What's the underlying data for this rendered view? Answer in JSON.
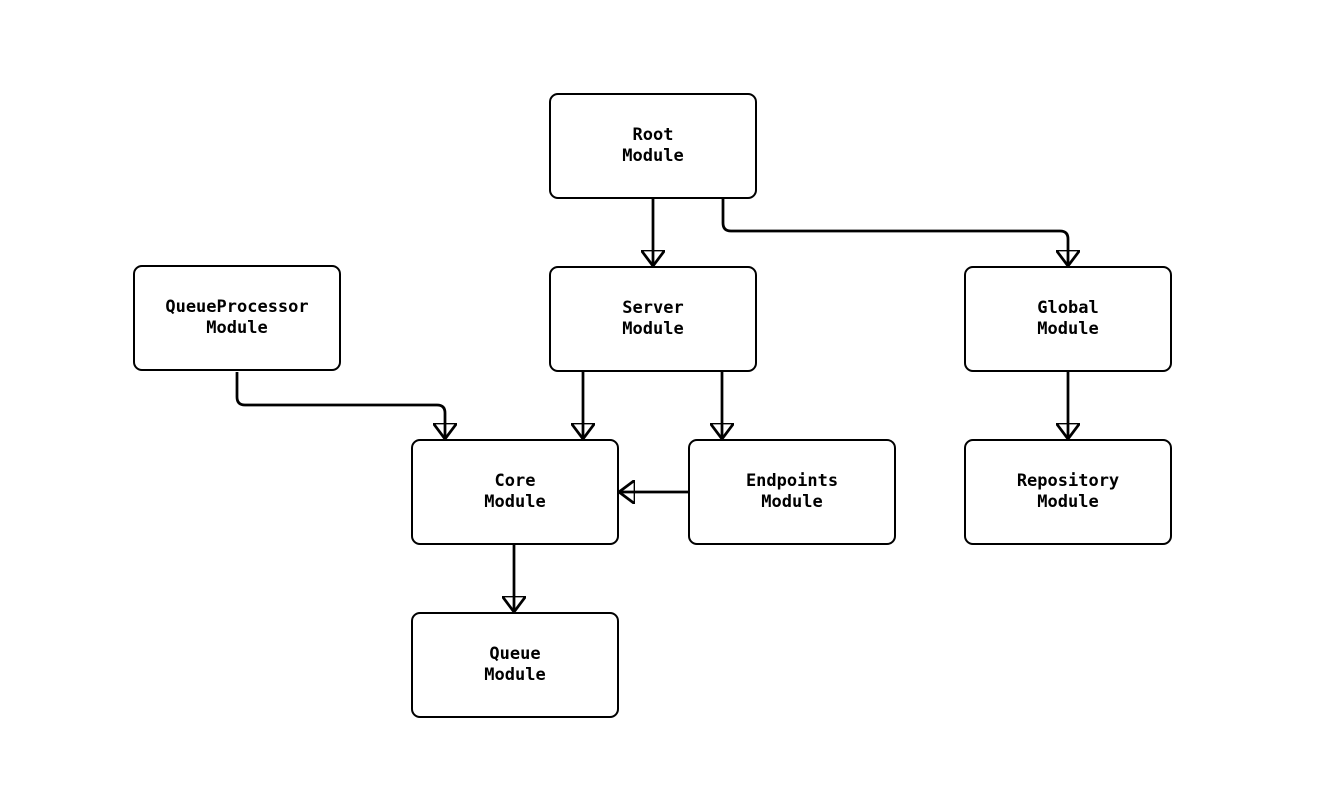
{
  "diagram": {
    "type": "flowchart",
    "colors": {
      "background": "#ffffff",
      "node_border": "#000000",
      "node_fill": "#ffffff",
      "text": "#000000",
      "edge": "#000000"
    },
    "nodes": {
      "root": {
        "label": "Root\nModule"
      },
      "queueprocessor": {
        "label": "QueueProcessor\nModule"
      },
      "server": {
        "label": "Server\nModule"
      },
      "global": {
        "label": "Global\nModule"
      },
      "core": {
        "label": "Core\nModule"
      },
      "endpoints": {
        "label": "Endpoints\nModule"
      },
      "repository": {
        "label": "Repository\nModule"
      },
      "queue": {
        "label": "Queue\nModule"
      }
    },
    "edges": [
      {
        "from": "Root Module",
        "to": "Server Module"
      },
      {
        "from": "Root Module",
        "to": "Global Module"
      },
      {
        "from": "QueueProcessor Module",
        "to": "Core Module"
      },
      {
        "from": "Server Module",
        "to": "Core Module"
      },
      {
        "from": "Server Module",
        "to": "Endpoints Module"
      },
      {
        "from": "Global Module",
        "to": "Repository Module"
      },
      {
        "from": "Endpoints Module",
        "to": "Core Module"
      },
      {
        "from": "Core Module",
        "to": "Queue Module"
      }
    ]
  }
}
